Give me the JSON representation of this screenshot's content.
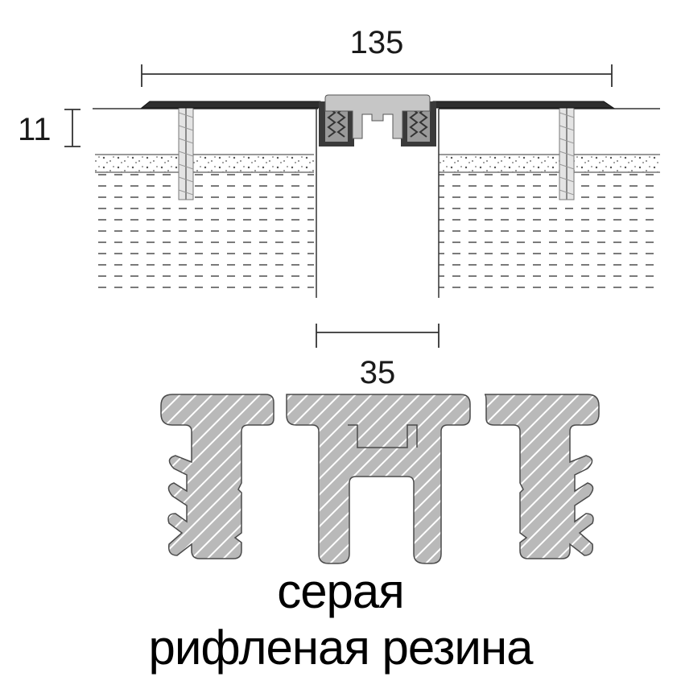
{
  "dimensions": {
    "total_width": "135",
    "height": "11",
    "gap_width": "35"
  },
  "caption": {
    "line1": "серая",
    "line2": "рифленая резина"
  },
  "colors": {
    "profile_fill": "#b9b9b9",
    "profile_outline": "#4a4a4a",
    "hatch": "#ffffff",
    "metal_cover": "#2e2e2e",
    "screed_dots": "#6a6a6a",
    "lines": "#333333"
  }
}
